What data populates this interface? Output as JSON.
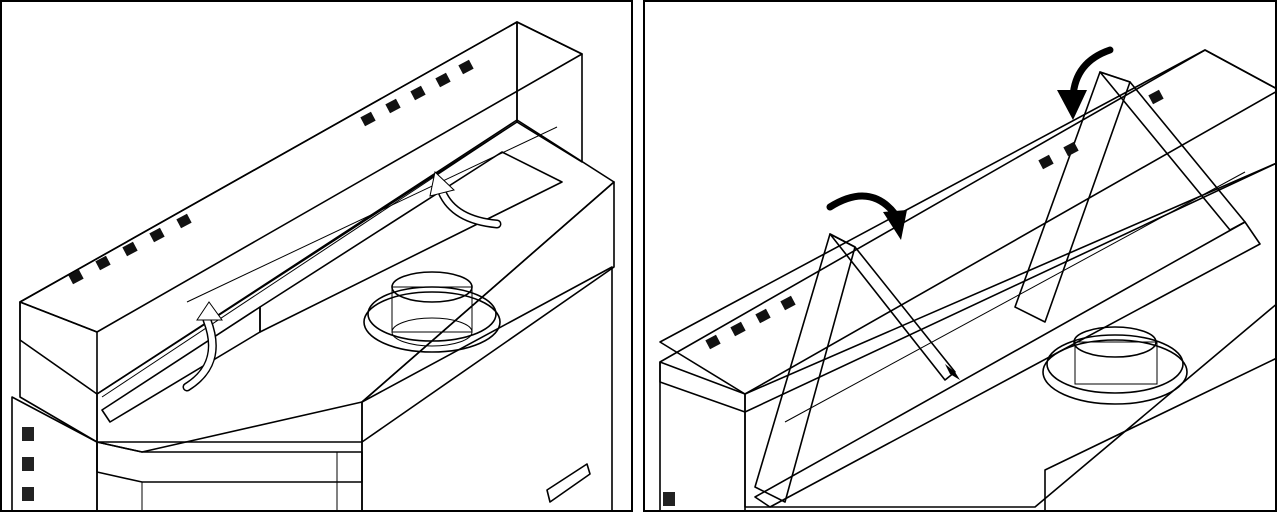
{
  "figure": {
    "panels": [
      {
        "id": "left",
        "description_visible": "",
        "arrows": [
          {
            "color": "#ffffff",
            "direction": "up-left"
          },
          {
            "color": "#ffffff",
            "direction": "up-left"
          }
        ]
      },
      {
        "id": "right",
        "description_visible": "",
        "arrows": [
          {
            "color": "#000000",
            "direction": "down-left"
          },
          {
            "color": "#000000",
            "direction": "down-right"
          }
        ]
      }
    ],
    "colors": {
      "steel": "#868ba0",
      "steel_dark": "#5f647a",
      "steel_light": "#a3a7b8",
      "line": "#000000",
      "arrow_light": "#ffffff",
      "arrow_dark": "#000000"
    }
  }
}
